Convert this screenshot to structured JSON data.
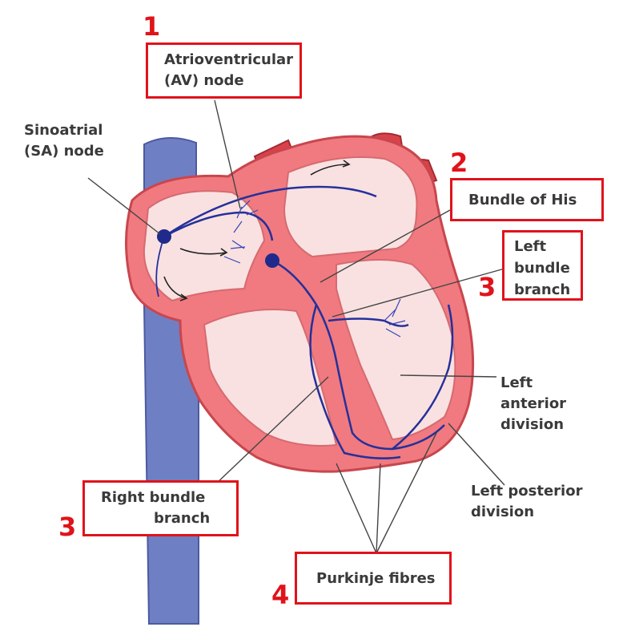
{
  "labels": {
    "av_node": [
      "Atrioventricular",
      "(AV) node"
    ],
    "sa_node": [
      "Sinoatrial",
      "(SA) node"
    ],
    "bundle_of_his": "Bundle of His",
    "left_bundle_branch": [
      "Left",
      "bundle",
      "branch"
    ],
    "left_anterior_division": [
      "Left",
      "anterior",
      "division"
    ],
    "right_bundle_branch": [
      "Right bundle",
      "branch"
    ],
    "left_posterior_division": [
      "Left posterior",
      "division"
    ],
    "purkinje_fibres": "Purkinje fibres"
  },
  "numbers": {
    "av_node": "1",
    "bundle_of_his": "2",
    "left_bundle_branch": "3",
    "right_bundle_branch": "3",
    "purkinje_fibres": "4"
  },
  "colors": {
    "highlight_box": "#e0131b",
    "myocardium": "#f07a80",
    "chamber": "#f9e1e1",
    "vessel_blue": "#6f7fc4",
    "conduction": "#24309a",
    "label_text": "#3a3a3a"
  }
}
